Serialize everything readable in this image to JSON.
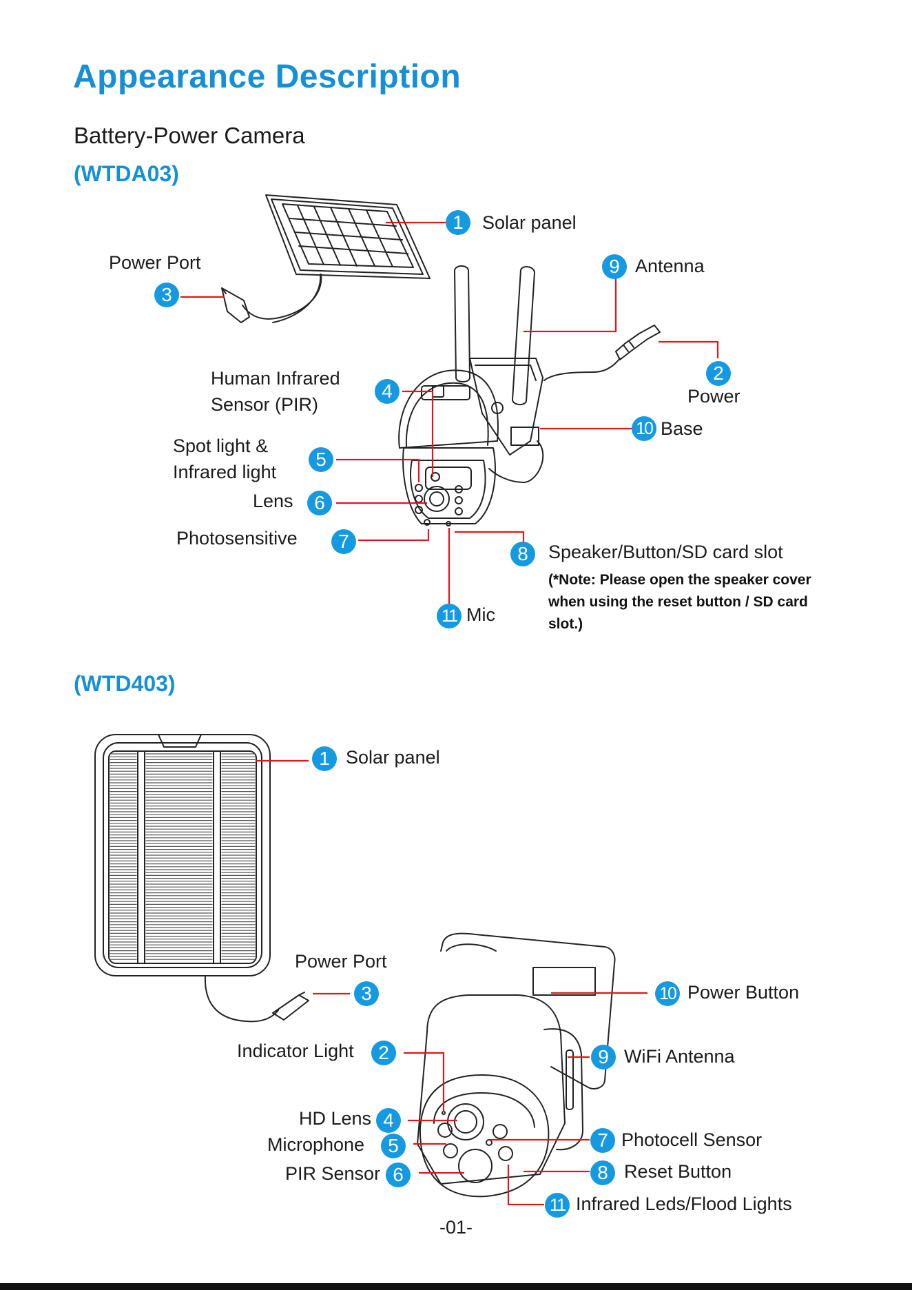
{
  "title": "Appearance Description",
  "subtitle": "Battery-Power Camera",
  "models": {
    "first": "(WTDA03)",
    "second": "(WTD403)"
  },
  "wtda03": {
    "labels": {
      "solar_panel": "Solar panel",
      "antenna": "Antenna",
      "power_port": "Power Port",
      "power": "Power",
      "pir_line1": "Human Infrared",
      "pir_line2": "Sensor (PIR)",
      "base": "Base",
      "spot_line1": "Spot light &",
      "spot_line2": "Infrared light",
      "lens": "Lens",
      "photosensitive": "Photosensitive",
      "speaker": "Speaker/Button/SD card slot",
      "note": "(*Note: Please open the speaker cover when using the reset button / SD card slot.)",
      "mic": "Mic"
    },
    "badges": {
      "solar_panel": "1",
      "power": "2",
      "power_port": "3",
      "pir": "4",
      "spot": "5",
      "lens": "6",
      "photosensitive": "7",
      "speaker": "8",
      "antenna": "9",
      "base": "10",
      "mic": "11"
    }
  },
  "wtd403": {
    "labels": {
      "solar_panel": "Solar panel",
      "power_port": "Power Port",
      "power_button": "Power Button",
      "indicator": "Indicator Light",
      "wifi": "WiFi Antenna",
      "hd_lens": "HD Lens",
      "microphone": "Microphone",
      "photocell": "Photocell Sensor",
      "pir": "PIR Sensor",
      "reset": "Reset Button",
      "infrared": "Infrared Leds/Flood Lights"
    },
    "badges": {
      "solar_panel": "1",
      "indicator": "2",
      "power_port": "3",
      "hd_lens": "4",
      "microphone": "5",
      "pir": "6",
      "photocell": "7",
      "reset": "8",
      "wifi": "9",
      "power_button": "10",
      "infrared": "11"
    }
  },
  "page_number": "-01-",
  "colors": {
    "accent_blue": "#1590d6",
    "badge_blue": "#1599e0",
    "leader_red": "#e0161b",
    "line_art": "#222222"
  }
}
